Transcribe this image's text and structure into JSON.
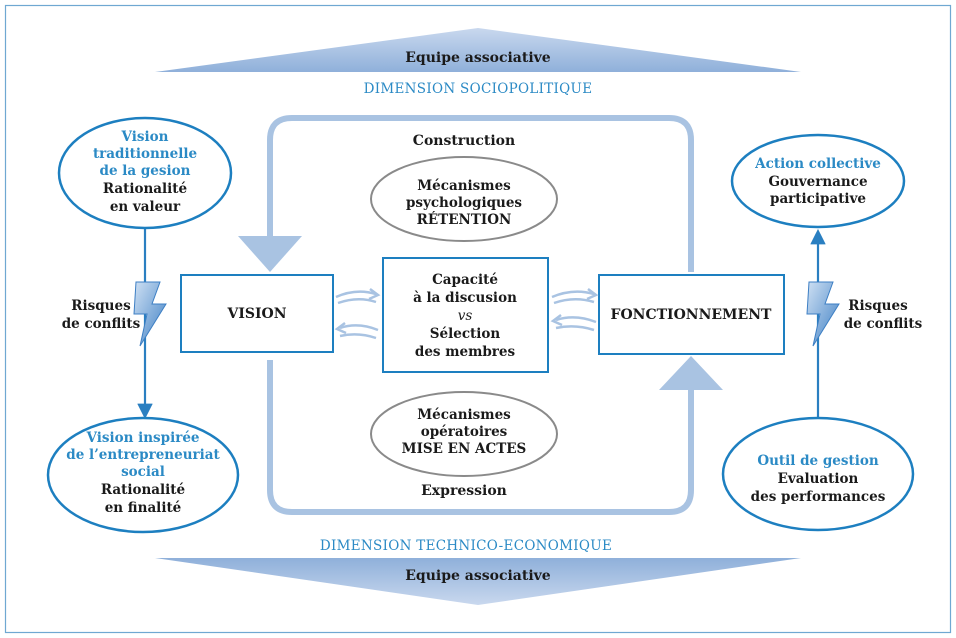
{
  "colors": {
    "frame": "#6fa8d2",
    "node_border": "#1d7fc0",
    "heading_blue": "#2b8ac5",
    "arrow_light": "#a9c3e2",
    "oval_border": "#8a8a8a",
    "dark_arrow": "#2a7fc1"
  },
  "banners": {
    "top_label": "Equipe associative",
    "bottom_label": "Equipe associative"
  },
  "dimensions": {
    "top": "DIMENSION SOCIOPOLITIQUE",
    "bottom": "DIMENSION TECHNICO-ECONOMIQUE"
  },
  "loop": {
    "top_label": "Construction",
    "bottom_label": "Expression"
  },
  "boxes": {
    "vision": "VISION",
    "fonctionnement": "FONCTIONNEMENT",
    "center": {
      "line1": "Capacité",
      "line2": "à la discusion",
      "line3": "vs",
      "line4": "Sélection",
      "line5": "des membres"
    }
  },
  "ovals": {
    "top": {
      "line1": "Mécanismes",
      "line2": "psychologiques",
      "line3": "RÉTENTION"
    },
    "bottom": {
      "line1": "Mécanismes",
      "line2": "opératoires",
      "line3": "MISE EN ACTES"
    }
  },
  "left_top": {
    "title1": "Vision",
    "title2": "traditionnelle",
    "title3": "de la gesion",
    "sub1": "Rationalité",
    "sub2": "en valeur"
  },
  "left_bottom": {
    "title1": "Vision inspirée",
    "title2": "de l’entrepreneuriat",
    "title3": "social",
    "sub1": "Rationalité",
    "sub2": "en finalité"
  },
  "right_top": {
    "title1": "Action collective",
    "sub1": "Gouvernance",
    "sub2": "participative"
  },
  "right_bottom": {
    "title1": "Outil de gestion",
    "sub1": "Evaluation",
    "sub2": "des performances"
  },
  "risks": {
    "left": {
      "line1": "Risques",
      "line2": "de conflits"
    },
    "right": {
      "line1": "Risques",
      "line2": "de conflits"
    }
  }
}
